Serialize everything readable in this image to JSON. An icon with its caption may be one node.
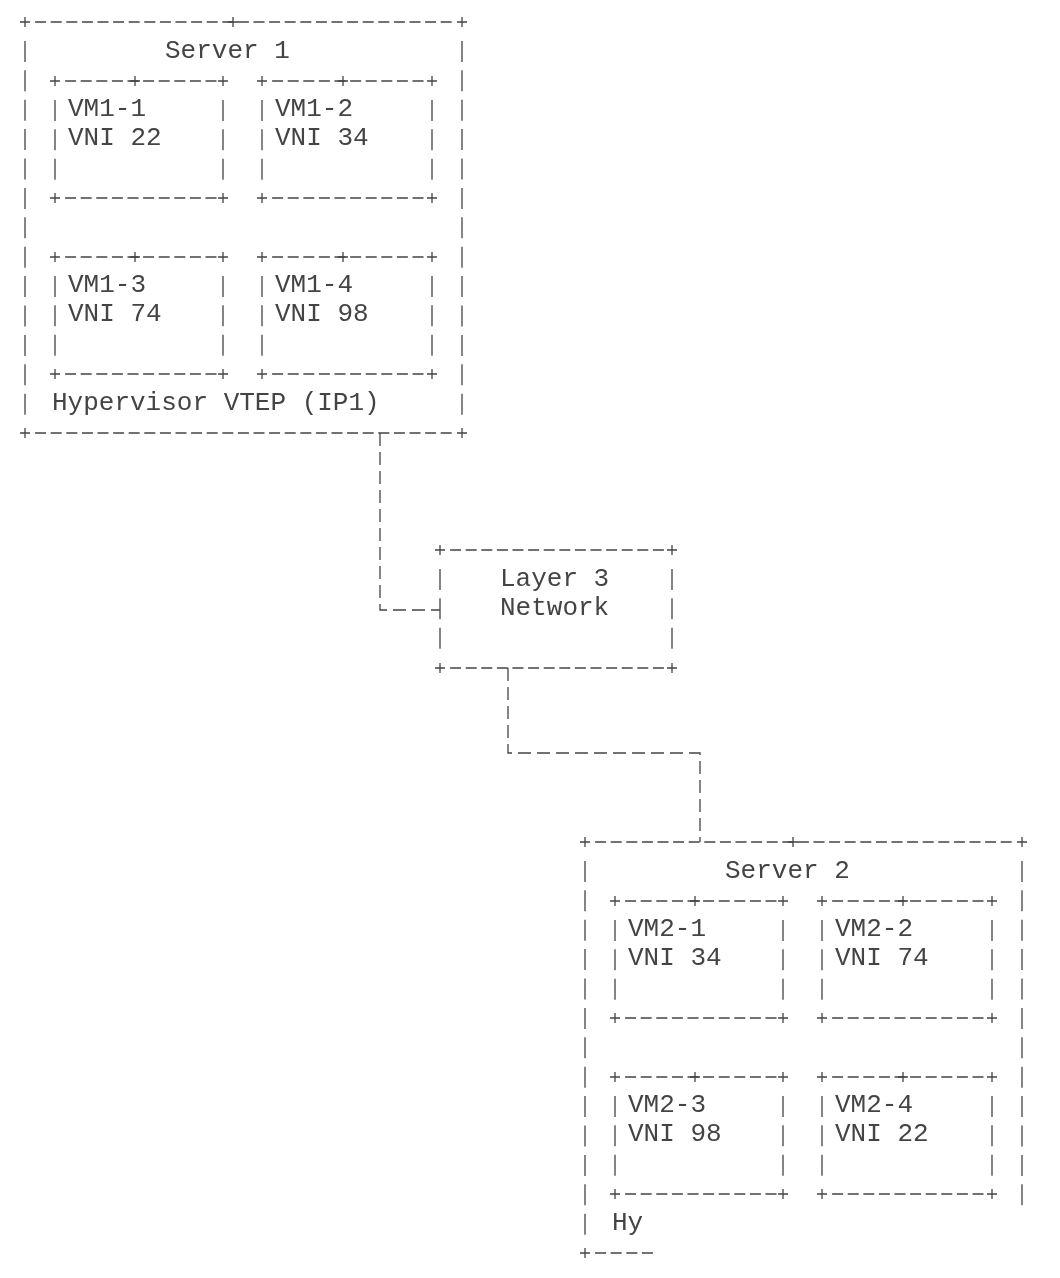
{
  "diagram": {
    "nodes": [
      {
        "text": [
          "Server 1",
          "Hypervisor VTEP (IP1)"
        ]
      },
      {
        "text": [
          "VM1-1",
          "VNI 22"
        ],
        "in": 0
      },
      {
        "text": [
          "VM1-2",
          "VNI 34"
        ],
        "in": 0
      },
      {
        "text": [
          "VM1-3",
          "VNI 74"
        ],
        "in": 0
      },
      {
        "text": [
          "VM1-4",
          "VNI 98"
        ],
        "in": 0
      },
      {
        "text": [
          "Layer 3 Network"
        ]
      },
      {
        "text": [
          "Server 2",
          "Hy"
        ]
      },
      {
        "text": [
          "VM2-1",
          "VNI 34"
        ],
        "in": 6
      },
      {
        "text": [
          "VM2-2",
          "VNI 74"
        ],
        "in": 6
      },
      {
        "text": [
          "VM2-3",
          "VNI 98"
        ],
        "in": 6
      },
      {
        "text": [
          "VM2-4",
          "VNI 22"
        ],
        "in": 6
      }
    ],
    "edges": [
      {
        "from": 0,
        "to": 5,
        "arrow": "none"
      },
      {
        "from": 5,
        "to": 6,
        "arrow": "none"
      }
    ]
  }
}
